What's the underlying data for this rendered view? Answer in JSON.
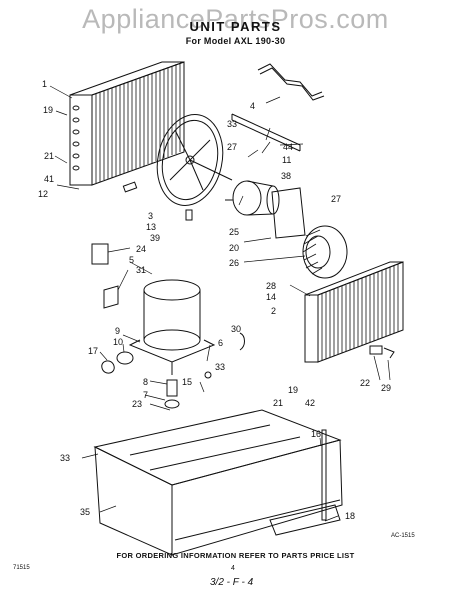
{
  "watermark": "AppliancePartsPros.com",
  "title": "UNIT PARTS",
  "subtitle": "For Model AXL 190-30",
  "footer_note": "FOR ORDERING INFORMATION REFER TO PARTS PRICE LIST",
  "page_number": "4",
  "page_code": "3/2 - F - 4",
  "doc_code_left": "71515",
  "doc_code_right": "AC-1515",
  "callouts": {
    "c1": "1",
    "c19a": "19",
    "c21a": "21",
    "c41": "41",
    "c12": "12",
    "c4": "4",
    "c33a": "33",
    "c44": "44",
    "c11": "11",
    "c27a": "27",
    "c38": "38",
    "c27b": "27",
    "c3": "3",
    "c13": "13",
    "c39": "39",
    "c25": "25",
    "c20": "20",
    "c26": "26",
    "c24": "24",
    "c5": "5",
    "c31": "31",
    "c28": "28",
    "c14": "14",
    "c2": "2",
    "c9": "9",
    "c10": "10",
    "c17": "17",
    "c30": "30",
    "c6": "6",
    "c33b": "33",
    "c8": "8",
    "c15": "15",
    "c7": "7",
    "c23": "23",
    "c19b": "19",
    "c21b": "21",
    "c42": "42",
    "c22": "22",
    "c29": "29",
    "c16": "16",
    "c33c": "33",
    "c35": "35",
    "c18": "18"
  }
}
